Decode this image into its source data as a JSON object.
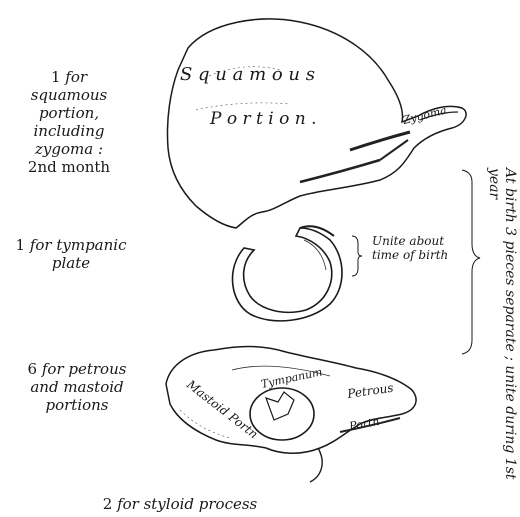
{
  "labels": {
    "squamous": {
      "num": "1",
      "text_lines": [
        "for",
        "squamous",
        "portion,",
        "including",
        "zygoma :"
      ],
      "time": "2nd month"
    },
    "tympanic": {
      "num": "1",
      "text_lines": [
        "for tympanic",
        "plate"
      ]
    },
    "petrous": {
      "num": "6",
      "text_lines": [
        "for petrous",
        "and mastoid",
        "portions"
      ]
    },
    "styloid": {
      "num": "2",
      "text": "for styloid process"
    }
  },
  "annotations": {
    "unite_birth_line1": "Unite about",
    "unite_birth_line2": "time of birth",
    "vertical_note": "At birth 3 pieces separate ; unite during 1st year"
  },
  "bone_labels": {
    "squamous_word": "S q u a m o u s",
    "portion_word": "P o r t i o n .",
    "zygoma": "Zygoma",
    "tympanum": "Tympanum",
    "petrous": "Petrous",
    "mastoid": "Mastoid Portn",
    "porty": "Portn"
  }
}
